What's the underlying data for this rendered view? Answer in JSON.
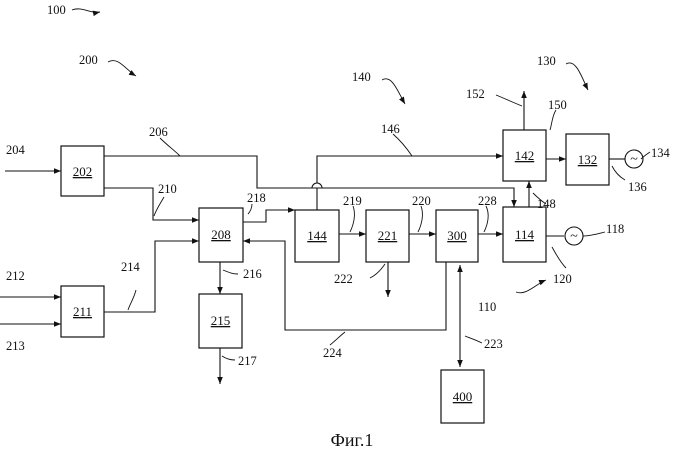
{
  "boxes": {
    "b202": "202",
    "b211": "211",
    "b208": "208",
    "b215": "215",
    "b144": "144",
    "b221": "221",
    "b300": "300",
    "b114": "114",
    "b142": "142",
    "b132": "132",
    "b400": "400"
  },
  "refs": {
    "r100": "100",
    "r200": "200",
    "r140": "140",
    "r130": "130",
    "r152": "152",
    "r150": "150",
    "r146": "146",
    "r206": "206",
    "r204": "204",
    "r210": "210",
    "r218": "218",
    "r219": "219",
    "r220": "220",
    "r228": "228",
    "r134": "134",
    "r136": "136",
    "r148": "148",
    "r118": "118",
    "r120": "120",
    "r212": "212",
    "r213": "213",
    "r214": "214",
    "r216": "216",
    "r222": "222",
    "r217": "217",
    "r224": "224",
    "r223": "223",
    "r110": "110"
  },
  "symbols": {
    "ac_symbol": "~"
  },
  "caption": "Фиг.1"
}
